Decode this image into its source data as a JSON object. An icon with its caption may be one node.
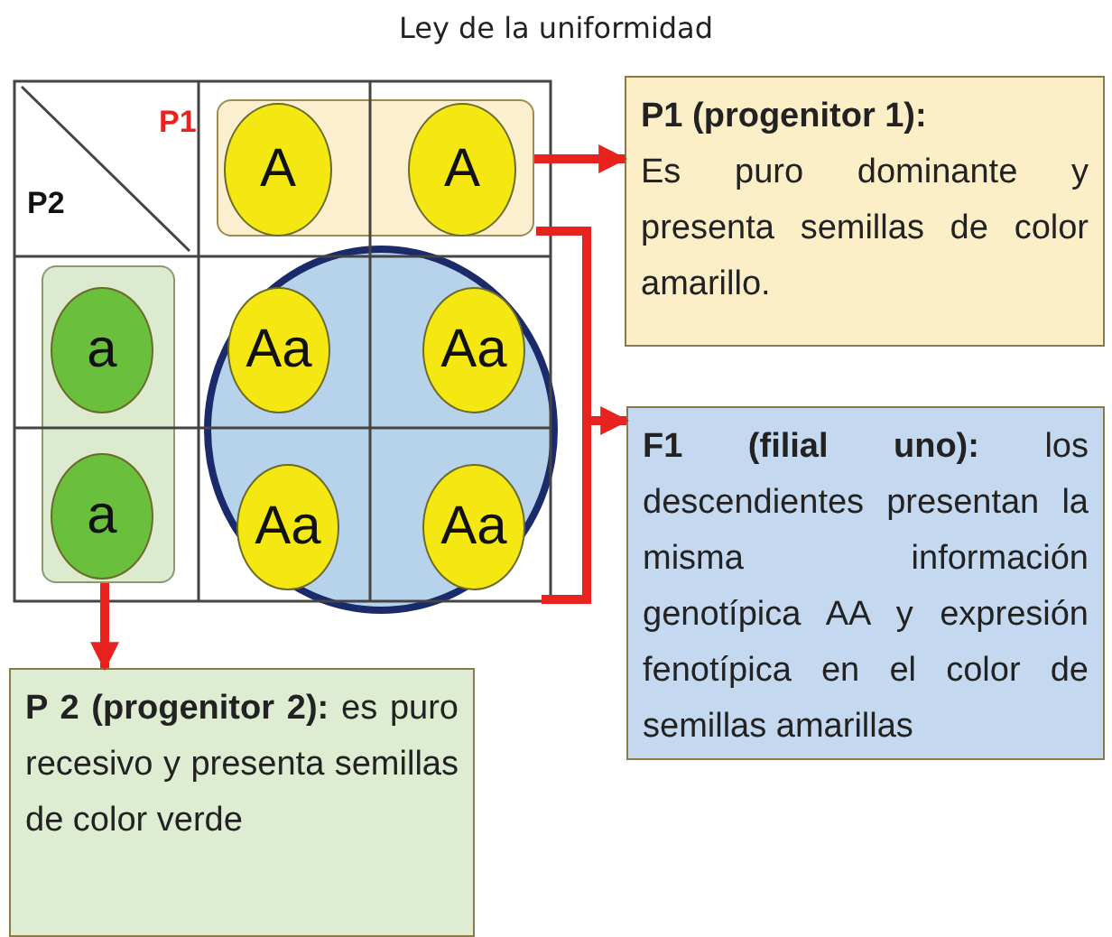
{
  "diagram": {
    "title": "Ley de la uniformidad",
    "nodes": [
      {
        "text": [],
        "shape": "box"
      },
      {
        "text": [
          "A"
        ],
        "in": 0
      },
      {
        "text": [
          "A"
        ],
        "in": 0
      },
      {
        "text": [],
        "shape": "box"
      },
      {
        "text": [
          "a"
        ],
        "in": 3
      },
      {
        "text": [
          "a"
        ],
        "in": 3
      },
      {
        "text": [],
        "shape": "circle"
      },
      {
        "text": [
          "Aa"
        ],
        "in": 6
      },
      {
        "text": [
          "Aa"
        ],
        "in": 6
      },
      {
        "text": [
          "Aa"
        ],
        "in": 6
      },
      {
        "text": [
          "Aa"
        ],
        "in": 6
      },
      {
        "text": [
          "P1 (progenitor 1):",
          "Es puro dominante y presenta semillas de color amarillo."
        ]
      },
      {
        "text": [
          "**F1 (filial uno):** los descendientes presentan la misma información genotípica AA y expresión fenotípica en el color de semillas amarillas"
        ]
      },
      {
        "text": [
          "**P 2 (progenitor 2):** es puro recesivo y presenta semillas de color verde"
        ]
      }
    ],
    "edges": [
      {
        "from": 0,
        "to": 11,
        "arrow": "to"
      },
      {
        "from": 6,
        "to": 12,
        "arrow": "to"
      },
      {
        "from": 3,
        "to": 13,
        "arrow": "to"
      }
    ],
    "labels": [
      "P1",
      "P2"
    ]
  }
}
